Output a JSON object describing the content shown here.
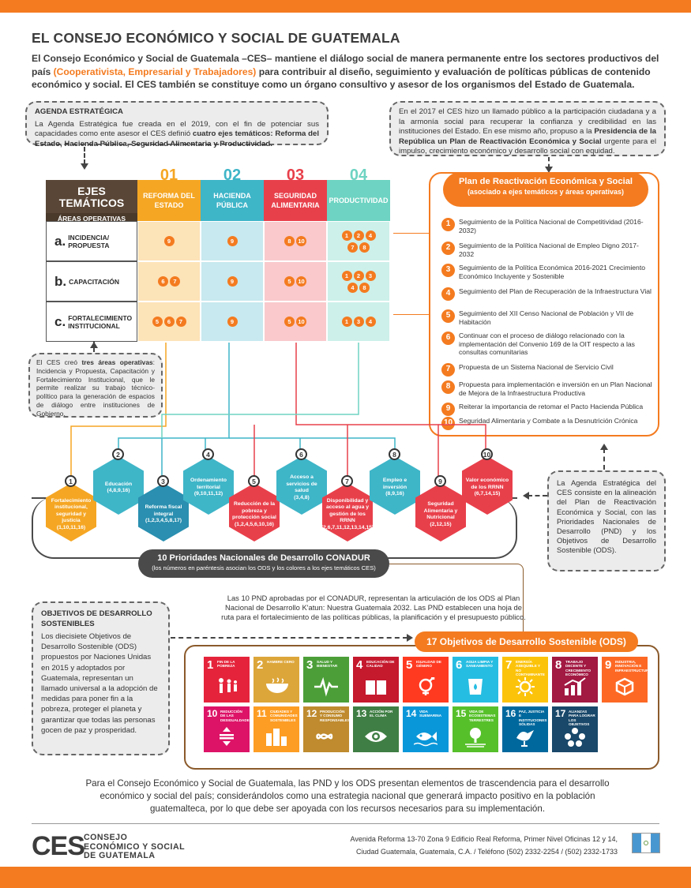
{
  "header": {
    "title": "EL CONSEJO ECONÓMICO Y SOCIAL DE GUATEMALA",
    "intro_pre": "El Consejo Económico y Social de Guatemala –CES– mantiene el diálogo social de manera permanente entre los sectores productivos del país ",
    "intro_orgs": "(Cooperativista, Empresarial y Trabajadores)",
    "intro_post": " para contribuir al diseño, seguimiento y evaluación de políticas públicas de contenido económico y social. El CES también se constituye como un órgano consultivo y asesor de los organismos del Estado de Guatemala."
  },
  "agenda_box": {
    "title": "AGENDA ESTRATÉGICA",
    "text_pre": "La Agenda Estratégica fue creada en el 2019, con el fin de potenciar sus capacidades como ente asesor el CES definió ",
    "text_bold": "cuatro ejes temáticos: Reforma del Estado, Hacienda Pública, Seguridad Alimentaria y Productividad."
  },
  "call_box": {
    "text_pre": "En el 2017 el CES hizo un llamado público a la participación ciudadana y a la armonía social para recuperar la confianza y credibilidad en las instituciones del Estado. En ese mismo año, propuso a la ",
    "text_bold": "Presidencia de la República un Plan de Reactivación Económica y Social",
    "text_post": " urgente para el impulso, crecimiento económico y desarrollo social con equidad."
  },
  "matrix": {
    "ejes_title": "EJES TEMÁTICOS",
    "areas_title": "ÁREAS OPERATIVAS",
    "columns": [
      {
        "num": "01",
        "label": "REFORMA DEL ESTADO",
        "color": "#f5a623",
        "light": "#fde3b8"
      },
      {
        "num": "02",
        "label": "HACIENDA PÚBLICA",
        "color": "#3fb5c8",
        "light": "#c7e9ef"
      },
      {
        "num": "03",
        "label": "SEGURIDAD ALIMENTARIA",
        "color": "#e8404b",
        "light": "#f9c9cc"
      },
      {
        "num": "04",
        "label": "PRODUCTIVIDAD",
        "color": "#6ed3c2",
        "light": "#cdf0ea"
      }
    ],
    "rows": [
      {
        "letter": "a.",
        "label": "INCIDENCIA/ PROPUESTA",
        "cells": [
          [
            "9"
          ],
          [
            "9"
          ],
          [
            "8",
            "10"
          ],
          [
            "1",
            "2",
            "4",
            "7",
            "8"
          ]
        ]
      },
      {
        "letter": "b.",
        "label": "CAPACITACIÓN",
        "cells": [
          [
            "6",
            "7"
          ],
          [
            "9"
          ],
          [
            "5",
            "10"
          ],
          [
            "1",
            "2",
            "3",
            "4",
            "8"
          ]
        ]
      },
      {
        "letter": "c.",
        "label": "FORTALECIMIENTO INSTITUCIONAL",
        "cells": [
          [
            "5",
            "6",
            "7"
          ],
          [
            "9"
          ],
          [
            "5",
            "10"
          ],
          [
            "1",
            "3",
            "4"
          ]
        ]
      }
    ]
  },
  "areas_box": {
    "text_pre": "El CES creó ",
    "text_bold": "tres áreas operativas",
    "text_post": ": Incidencia y Propuesta, Capacitación y Fortalecimiento Institucional, que le permite realizar su trabajo técnico-político para la generación de espacios de diálogo entre instituciones de Gobierno."
  },
  "plan": {
    "title": "Plan de Reactivación Económica y Social",
    "subtitle": "(asociado a ejes temáticos y áreas operativas)",
    "items": [
      {
        "n": "1",
        "text": "Seguimiento de la Política Nacional de Competitividad (2016-2032)"
      },
      {
        "n": "2",
        "text": "Seguimiento de la Política Nacional de Empleo Digno 2017-2032"
      },
      {
        "n": "3",
        "text": "Seguimiento de la Política Económica 2016-2021 Crecimiento Económico Incluyente y Sostenible"
      },
      {
        "n": "4",
        "text": "Seguimiento del Plan de Recuperación de la Infraestructura Vial"
      },
      {
        "n": "5",
        "text": "Seguimiento del XII Censo Nacional de Población y VII de Habitación"
      },
      {
        "n": "6",
        "text": "Continuar con el proceso de diálogo relacionado con la implementación del Convenio 169 de la OIT respecto a las consultas comunitarias"
      },
      {
        "n": "7",
        "text": "Propuesta de un Sistema Nacional de Servicio Civil"
      },
      {
        "n": "8",
        "text": "Propuesta para implementación e inversión en un Plan Nacional de Mejora de la Infraestructura Productiva"
      },
      {
        "n": "9",
        "text": "Reiterar la importancia de retomar el Pacto Hacienda Pública"
      },
      {
        "n": "10",
        "text": "Seguridad Alimentaria y Combate a la Desnutrición Crónica"
      }
    ]
  },
  "alignment_box": {
    "text": "La Agenda Estratégica del CES consiste en la alineación del Plan de Reactivación Económica y Social, con las Prioridades Nacionales de Desarrollo (PND) y los Objetivos de Desarrollo Sostenible (ODS)."
  },
  "priorities": [
    {
      "n": "1",
      "label": "Fortalecimiento institucional, seguridad y justicia",
      "ods": "(1,10,11,16)",
      "color": "#f5a623"
    },
    {
      "n": "2",
      "label": "Educación",
      "ods": "(4,8,9,16)",
      "color": "#3fb5c8"
    },
    {
      "n": "3",
      "label": "Reforma fiscal integral",
      "ods": "(1,2,3,4,5,8,17)",
      "color": "#2a8fb0"
    },
    {
      "n": "4",
      "label": "Ordenamiento territorial",
      "ods": "(9,10,11,12)",
      "color": "#3fb5c8"
    },
    {
      "n": "5",
      "label": "Reducción de la pobreza y protección social",
      "ods": "(1,2,4,5,6,10,16)",
      "color": "#e8404b"
    },
    {
      "n": "6",
      "label": "Acceso a servicios de salud",
      "ods": "(3,4,8)",
      "color": "#3fb5c8"
    },
    {
      "n": "7",
      "label": "Disponibilidad y acceso al agua y gestión de los RRNN",
      "ods": "(2,6,7,11,12,13,14,15)",
      "color": "#e8404b"
    },
    {
      "n": "8",
      "label": "Empleo e inversión",
      "ods": "(8,9,16)",
      "color": "#3fb5c8"
    },
    {
      "n": "9",
      "label": "Seguridad Alimentaria y Nutricional",
      "ods": "(2,12,15)",
      "color": "#e8404b"
    },
    {
      "n": "10",
      "label": "Valor económico de los RRNN",
      "ods": "(6,7,14,15)",
      "color": "#e8404b"
    }
  ],
  "pnd_pill": {
    "title": "10 Prioridades Nacionales de Desarrollo CONADUR",
    "subtitle": "(los números en paréntesis asocian los ODS y los colores a los ejes temáticos CES)"
  },
  "pnd_text": "Las 10 PND aprobadas por el CONADUR, representan la articulación de los ODS al Plan Nacional de Desarrollo K'atun: Nuestra Guatemala 2032. Las PND establecen una hoja de ruta para el fortalecimiento de las políticas públicas, la planificación y el presupuesto público.",
  "ods_box": {
    "title": "OBJETIVOS DE DESARROLLO SOSTENIBLES",
    "text": "Los diecisiete Objetivos de Desarrollo Sostenible (ODS) propuestos por Naciones Unidas en 2015 y adoptados por Guatemala, representan un llamado universal a la adopción de medidas para poner fin a la pobreza, proteger el planeta y garantizar que todas las personas gocen de paz y prosperidad."
  },
  "ods": {
    "title": "17 Objetivos de Desarrollo Sostenible (ODS)",
    "goals": [
      {
        "n": "1",
        "label": "Fin de la pobreza",
        "color": "#e5243b",
        "icon": "people-icon"
      },
      {
        "n": "2",
        "label": "Hambre cero",
        "color": "#dda63a",
        "icon": "bowl-icon"
      },
      {
        "n": "3",
        "label": "Salud y bienestar",
        "color": "#4c9f38",
        "icon": "heartbeat-icon"
      },
      {
        "n": "4",
        "label": "Educación de calidad",
        "color": "#c5192d",
        "icon": "book-icon"
      },
      {
        "n": "5",
        "label": "Igualdad de género",
        "color": "#ff3a21",
        "icon": "gender-icon"
      },
      {
        "n": "6",
        "label": "Agua limpia y saneamiento",
        "color": "#26bde2",
        "icon": "water-icon"
      },
      {
        "n": "7",
        "label": "Energía asequible y no contaminante",
        "color": "#fcc30b",
        "icon": "sun-icon"
      },
      {
        "n": "8",
        "label": "Trabajo decente y crecimiento económico",
        "color": "#a21942",
        "icon": "growth-icon"
      },
      {
        "n": "9",
        "label": "Industria, innovación e infraestructura",
        "color": "#fd6925",
        "icon": "cubes-icon"
      },
      {
        "n": "10",
        "label": "Reducción de las desigualdades",
        "color": "#dd1367",
        "icon": "equal-icon"
      },
      {
        "n": "11",
        "label": "Ciudades y comunidades sostenibles",
        "color": "#fd9d24",
        "icon": "city-icon"
      },
      {
        "n": "12",
        "label": "Producción y consumo responsables",
        "color": "#bf8b2e",
        "icon": "infinity-icon"
      },
      {
        "n": "13",
        "label": "Acción por el clima",
        "color": "#3f7e44",
        "icon": "eye-icon"
      },
      {
        "n": "14",
        "label": "Vida submarina",
        "color": "#0a97d9",
        "icon": "fish-icon"
      },
      {
        "n": "15",
        "label": "Vida de ecosistemas terrestres",
        "color": "#56c02b",
        "icon": "tree-icon"
      },
      {
        "n": "16",
        "label": "Paz, justicia e instituciones sólidas",
        "color": "#00689d",
        "icon": "dove-icon"
      },
      {
        "n": "17",
        "label": "Alianzas para lograr los objetivos",
        "color": "#19486a",
        "icon": "flower-icon"
      }
    ]
  },
  "closing": "Para el Consejo Económico y Social de Guatemala, las PND y los ODS presentan elementos de trascendencia para el desarrollo económico y social del país; considerándolos como una estrategia nacional que generará impacto positivo en la población guatemalteca, por lo que debe ser apoyada con los recursos necesarios para su implementación.",
  "footer": {
    "logo": "CES",
    "name_1": "CONSEJO",
    "name_2": "ECONÓMICO Y SOCIAL",
    "name_3": "DE GUATEMALA",
    "address_1": "Avenida Reforma 13-70 Zona 9 Edificio Real Reforma, Primer Nivel Oficinas 12 y 14,",
    "address_2": "Ciudad Guatemala, Guatemala, C.A. / Teléfono (502) 2332-2254 / (502) 2332-1733"
  },
  "colors": {
    "accent": "#f47b20",
    "brown": "#5a4636",
    "dark": "#4a4a4a"
  }
}
